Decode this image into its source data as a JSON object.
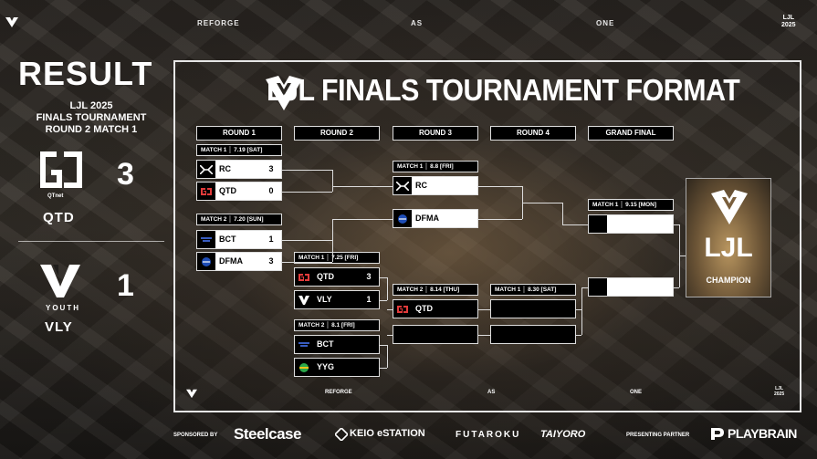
{
  "header": {
    "word1": "REFORGE",
    "word2": "AS",
    "word3": "ONE",
    "brand_line1": "LJL",
    "brand_line2": "2025"
  },
  "sidebar": {
    "title": "RESULT",
    "sub1": "LJL 2025",
    "sub2": "FINALS TOURNAMENT",
    "sub3": "ROUND 2 MATCH 1",
    "team1": {
      "sponsor": "QTnet",
      "name": "QTD",
      "score": "3"
    },
    "team2": {
      "logo_text": "YOUTH",
      "name": "VLY",
      "score": "1"
    }
  },
  "main_title": "LJL FINALS TOURNAMENT FORMAT",
  "rounds": [
    "ROUND 1",
    "ROUND 2",
    "ROUND 3",
    "ROUND 4",
    "GRAND FINAL"
  ],
  "r1": {
    "m1": {
      "label": "MATCH 1 │ 7.19 [SAT]",
      "a": {
        "name": "RC",
        "score": "3"
      },
      "b": {
        "name": "QTD",
        "score": "0"
      }
    },
    "m2": {
      "label": "MATCH 2 │ 7.20 [SUN]",
      "a": {
        "name": "BCT",
        "score": "1"
      },
      "b": {
        "name": "DFMA",
        "score": "3"
      }
    }
  },
  "r2": {
    "m1": {
      "label": "MATCH 1 │ 7.25 [FRI]",
      "a": {
        "name": "QTD",
        "score": "3"
      },
      "b": {
        "name": "VLY",
        "score": "1"
      }
    },
    "m2": {
      "label": "MATCH 2 │ 8.1 [FRI]",
      "a": {
        "name": "BCT"
      },
      "b": {
        "name": "YYG"
      }
    }
  },
  "r3": {
    "m1": {
      "label": "MATCH 1 │ 8.8 [FRI]",
      "a": {
        "name": "RC"
      },
      "b": {
        "name": "DFMA"
      }
    },
    "m2": {
      "label": "MATCH 2 │ 8.14 [THU]",
      "a": {
        "name": "QTD"
      }
    }
  },
  "r4": {
    "m1": {
      "label": "MATCH 1 │ 8.30 [SAT]"
    }
  },
  "gf": {
    "m1": {
      "label": "MATCH 1 │ 9.15 [MON]"
    }
  },
  "champion": {
    "line1": "LJL",
    "line2": "CHAMPION"
  },
  "footer": {
    "word1": "REFORGE",
    "word2": "AS",
    "word3": "ONE",
    "brand_line1": "LJL",
    "brand_line2": "2025"
  },
  "sponsors": {
    "label": "SPONSORED BY",
    "s1": "Steelcase",
    "s2": "KEIO eSTATION",
    "s3": "FUTAROKU",
    "s4": "TAIYORO",
    "partner_label": "PRESENTING PARTNER",
    "partner": "PLAYBRAIN"
  }
}
